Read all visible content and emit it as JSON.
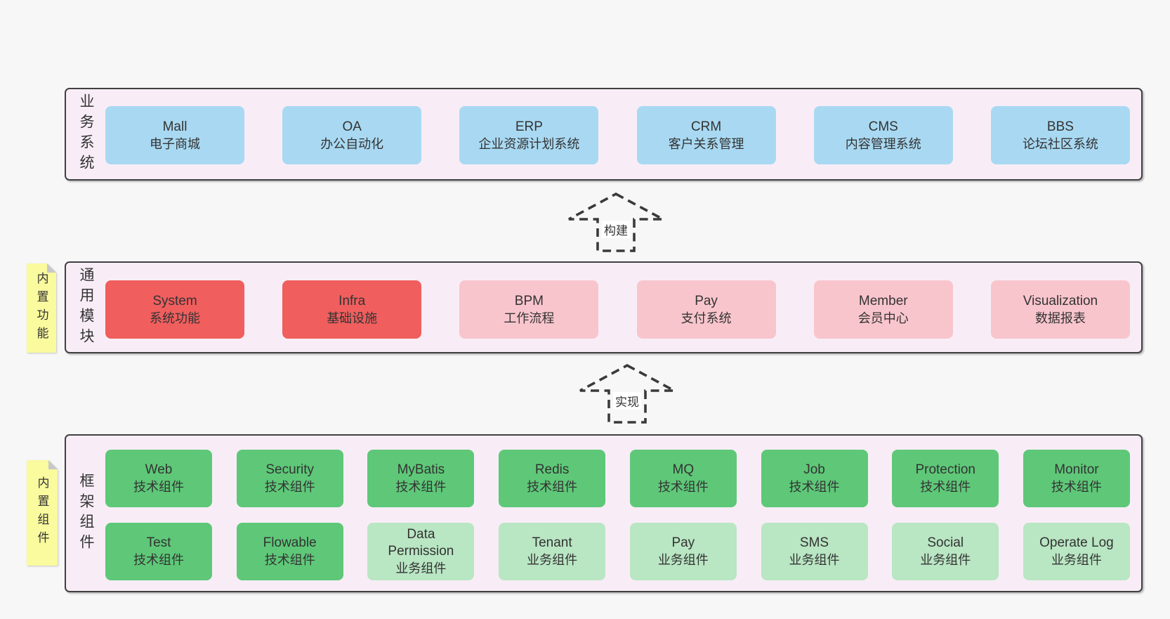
{
  "colors": {
    "page_background": "#f7f7f7",
    "band_fill": "#f8edf6",
    "band_border": "#404040",
    "blue_box": "#a9d9f2",
    "red_box": "#f05e5e",
    "pink_box": "#f9c5cd",
    "green_box": "#5ec878",
    "light_green_box": "#b9e6c3",
    "sticky_yellow": "#fafa9e",
    "sticky_fold_gray": "#c8c8c8",
    "text": "#333333"
  },
  "bands": {
    "business": {
      "label": "业务系统",
      "items": [
        {
          "name": "Mall",
          "desc": "电子商城",
          "variant": "blue"
        },
        {
          "name": "OA",
          "desc": "办公自动化",
          "variant": "blue"
        },
        {
          "name": "ERP",
          "desc": "企业资源计划系统",
          "variant": "blue"
        },
        {
          "name": "CRM",
          "desc": "客户关系管理",
          "variant": "blue"
        },
        {
          "name": "CMS",
          "desc": "内容管理系统",
          "variant": "blue"
        },
        {
          "name": "BBS",
          "desc": "论坛社区系统",
          "variant": "blue"
        }
      ]
    },
    "modules": {
      "label": "通用模块",
      "sticky": "内置功能",
      "items": [
        {
          "name": "System",
          "desc": "系统功能",
          "variant": "red"
        },
        {
          "name": "Infra",
          "desc": "基础设施",
          "variant": "red"
        },
        {
          "name": "BPM",
          "desc": "工作流程",
          "variant": "pink"
        },
        {
          "name": "Pay",
          "desc": "支付系统",
          "variant": "pink"
        },
        {
          "name": "Member",
          "desc": "会员中心",
          "variant": "pink"
        },
        {
          "name": "Visualization",
          "desc": "数据报表",
          "variant": "pink"
        }
      ]
    },
    "components": {
      "label": "框架组件",
      "sticky": "内置组件",
      "row1": [
        {
          "name": "Web",
          "desc": "技术组件",
          "variant": "green"
        },
        {
          "name": "Security",
          "desc": "技术组件",
          "variant": "green"
        },
        {
          "name": "MyBatis",
          "desc": "技术组件",
          "variant": "green"
        },
        {
          "name": "Redis",
          "desc": "技术组件",
          "variant": "green"
        },
        {
          "name": "MQ",
          "desc": "技术组件",
          "variant": "green"
        },
        {
          "name": "Job",
          "desc": "技术组件",
          "variant": "green"
        },
        {
          "name": "Protection",
          "desc": "技术组件",
          "variant": "green"
        },
        {
          "name": "Monitor",
          "desc": "技术组件",
          "variant": "green"
        }
      ],
      "row2": [
        {
          "name": "Test",
          "desc": "技术组件",
          "variant": "green"
        },
        {
          "name": "Flowable",
          "desc": "技术组件",
          "variant": "green"
        },
        {
          "name": "Data Permission",
          "desc": "业务组件",
          "variant": "lightgreen"
        },
        {
          "name": "Tenant",
          "desc": "业务组件",
          "variant": "lightgreen"
        },
        {
          "name": "Pay",
          "desc": "业务组件",
          "variant": "lightgreen"
        },
        {
          "name": "SMS",
          "desc": "业务组件",
          "variant": "lightgreen"
        },
        {
          "name": "Social",
          "desc": "业务组件",
          "variant": "lightgreen"
        },
        {
          "name": "Operate Log",
          "desc": "业务组件",
          "variant": "lightgreen"
        }
      ]
    }
  },
  "arrows": {
    "build": {
      "label": "构建"
    },
    "implement": {
      "label": "实现"
    }
  }
}
